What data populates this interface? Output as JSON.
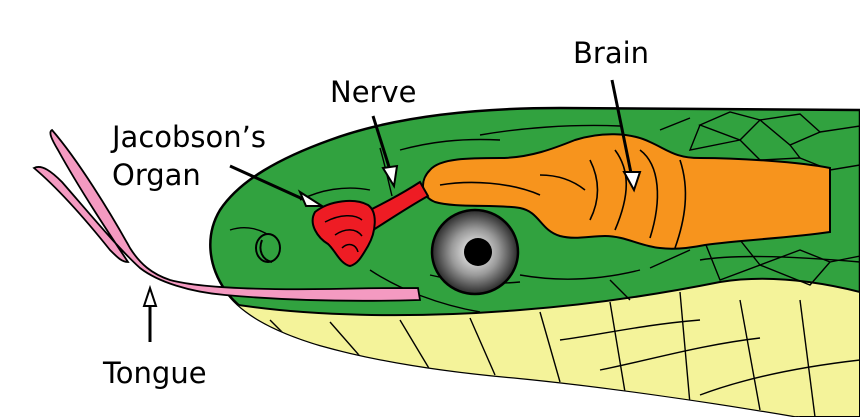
{
  "labels": {
    "brain": "Brain",
    "nerve": "Nerve",
    "organ_line1": "Jacobson’s",
    "organ_line2": "Organ",
    "tongue": "Tongue"
  },
  "colors": {
    "skin_green": "#31a23f",
    "belly_yellow": "#f4f39a",
    "brain_orange": "#f7941d",
    "organ_red": "#ee1c24",
    "tongue_pink": "#f49ac1",
    "outline": "#000000",
    "background": "#ffffff"
  }
}
